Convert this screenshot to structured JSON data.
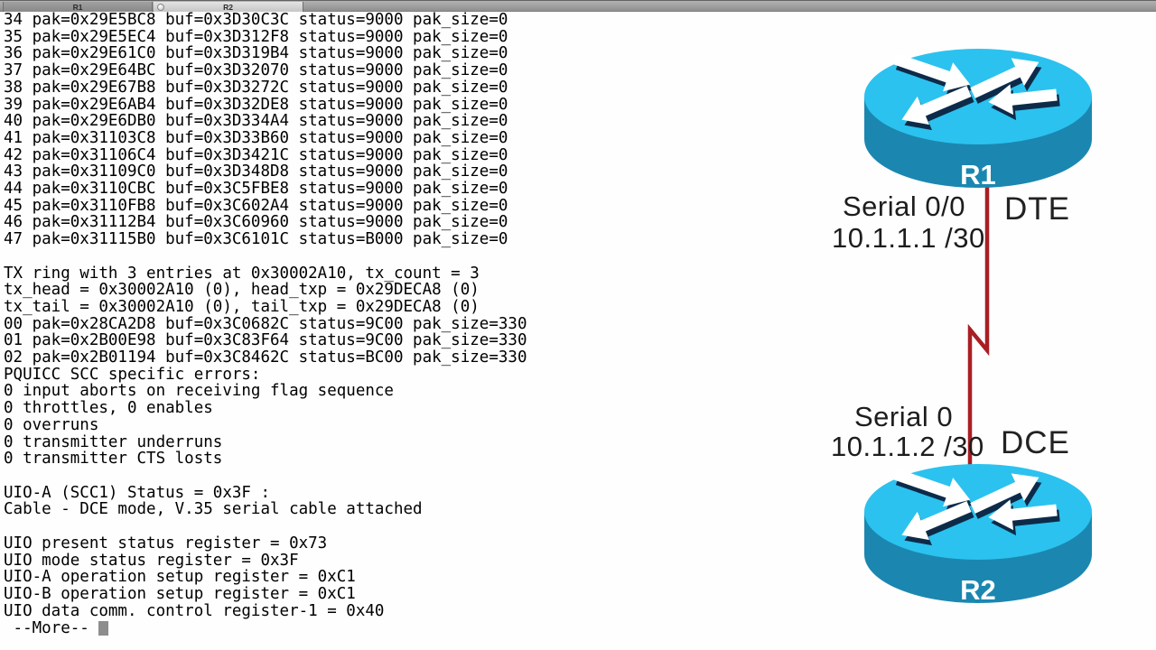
{
  "tabs": {
    "r1": "R1",
    "r2": "R2"
  },
  "terminal": {
    "lines": [
      "34 pak=0x29E5BC8 buf=0x3D30C3C status=9000 pak_size=0",
      "35 pak=0x29E5EC4 buf=0x3D312F8 status=9000 pak_size=0",
      "36 pak=0x29E61C0 buf=0x3D319B4 status=9000 pak_size=0",
      "37 pak=0x29E64BC buf=0x3D32070 status=9000 pak_size=0",
      "38 pak=0x29E67B8 buf=0x3D3272C status=9000 pak_size=0",
      "39 pak=0x29E6AB4 buf=0x3D32DE8 status=9000 pak_size=0",
      "40 pak=0x29E6DB0 buf=0x3D334A4 status=9000 pak_size=0",
      "41 pak=0x31103C8 buf=0x3D33B60 status=9000 pak_size=0",
      "42 pak=0x31106C4 buf=0x3D3421C status=9000 pak_size=0",
      "43 pak=0x31109C0 buf=0x3D348D8 status=9000 pak_size=0",
      "44 pak=0x3110CBC buf=0x3C5FBE8 status=9000 pak_size=0",
      "45 pak=0x3110FB8 buf=0x3C602A4 status=9000 pak_size=0",
      "46 pak=0x31112B4 buf=0x3C60960 status=9000 pak_size=0",
      "47 pak=0x31115B0 buf=0x3C6101C status=B000 pak_size=0",
      "",
      "TX ring with 3 entries at 0x30002A10, tx_count = 3",
      "tx_head = 0x30002A10 (0), head_txp = 0x29DECA8 (0)",
      "tx_tail = 0x30002A10 (0), tail_txp = 0x29DECA8 (0)",
      "00 pak=0x28CA2D8 buf=0x3C0682C status=9C00 pak_size=330",
      "01 pak=0x2B00E98 buf=0x3C83F64 status=9C00 pak_size=330",
      "02 pak=0x2B01194 buf=0x3C8462C status=BC00 pak_size=330",
      "PQUICC SCC specific errors:",
      "0 input aborts on receiving flag sequence",
      "0 throttles, 0 enables",
      "0 overruns",
      "0 transmitter underruns",
      "0 transmitter CTS losts",
      "",
      "UIO-A (SCC1) Status = 0x3F :",
      "Cable - DCE mode, V.35 serial cable attached",
      "",
      "UIO present status register = 0x73",
      "UIO mode status register = 0x3F",
      "UIO-A operation setup register = 0xC1",
      "UIO-B operation setup register = 0xC1",
      "UIO data comm. control register-1 = 0x40"
    ],
    "more_prompt": " --More-- "
  },
  "diagram": {
    "r1_label": "R1",
    "r2_label": "R2",
    "r1_interface": "Serial 0/0",
    "r1_ip": "10.1.1.1 /30",
    "r1_role": "DTE",
    "r2_interface": "Serial 0",
    "r2_ip": "10.1.1.2 /30",
    "r2_role": "DCE",
    "colors": {
      "router_top": "#2bc2ef",
      "router_side": "#1b87b0",
      "arrow_shadow": "#0d2b49",
      "serial_link": "#a91e23"
    }
  }
}
